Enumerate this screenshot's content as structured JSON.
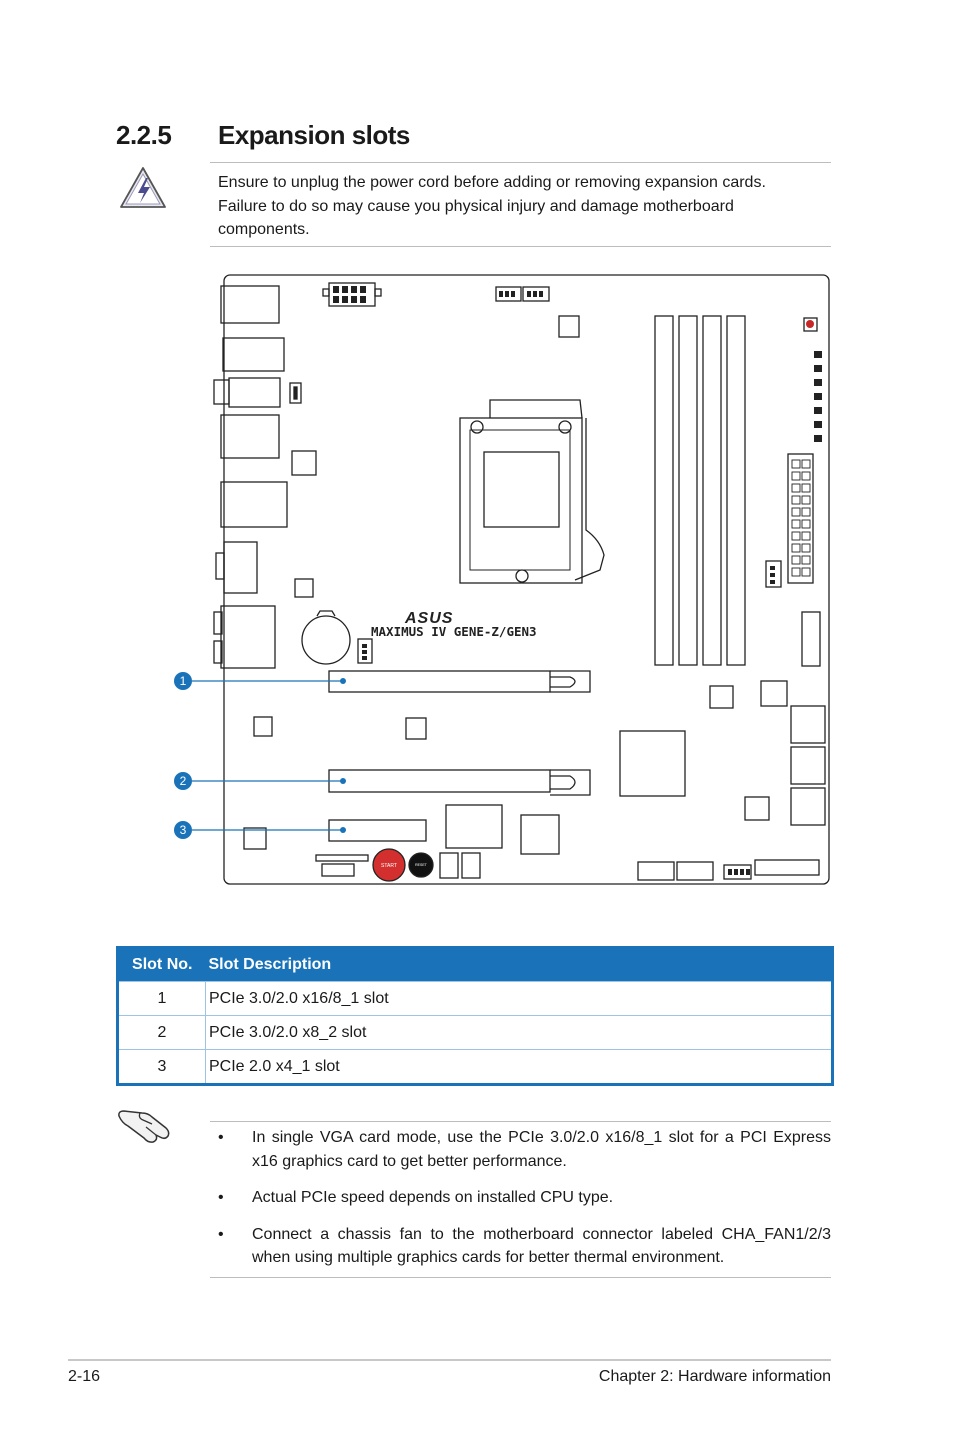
{
  "section": {
    "number": "2.2.5",
    "title": "Expansion slots"
  },
  "warning": {
    "icon": "warning-triangle-icon",
    "lines": [
      "Ensure to unplug the power cord before adding or removing expansion cards.",
      "Failure to do so may cause you physical injury and damage motherboard",
      "components."
    ]
  },
  "board": {
    "brand": "ASUS",
    "model": "MAXIMUS IV GENE-Z/GEN3",
    "start_label": "START",
    "reset_label": "RESET",
    "callouts": [
      "1",
      "2",
      "3"
    ],
    "accent": "#1a73b8"
  },
  "table": {
    "headers": [
      "Slot No.",
      "Slot Description"
    ],
    "rows": [
      [
        "1",
        "PCIe 3.0/2.0 x16/8_1 slot"
      ],
      [
        "2",
        "PCIe 3.0/2.0 x8_2 slot"
      ],
      [
        "3",
        "PCIe 2.0 x4_1 slot"
      ]
    ]
  },
  "notes": {
    "icon": "hand-note-icon",
    "bullet": "•",
    "items": [
      "In single VGA card mode, use the PCIe 3.0/2.0 x16/8_1 slot for a PCI Express x16 graphics card to get better performance.",
      "Actual PCIe speed depends on installed CPU type.",
      "Connect a chassis fan to the motherboard connector labeled CHA_FAN1/2/3 when using multiple graphics cards for better thermal environment."
    ]
  },
  "footer": {
    "page": "2-16",
    "chapter": "Chapter 2: Hardware information"
  }
}
